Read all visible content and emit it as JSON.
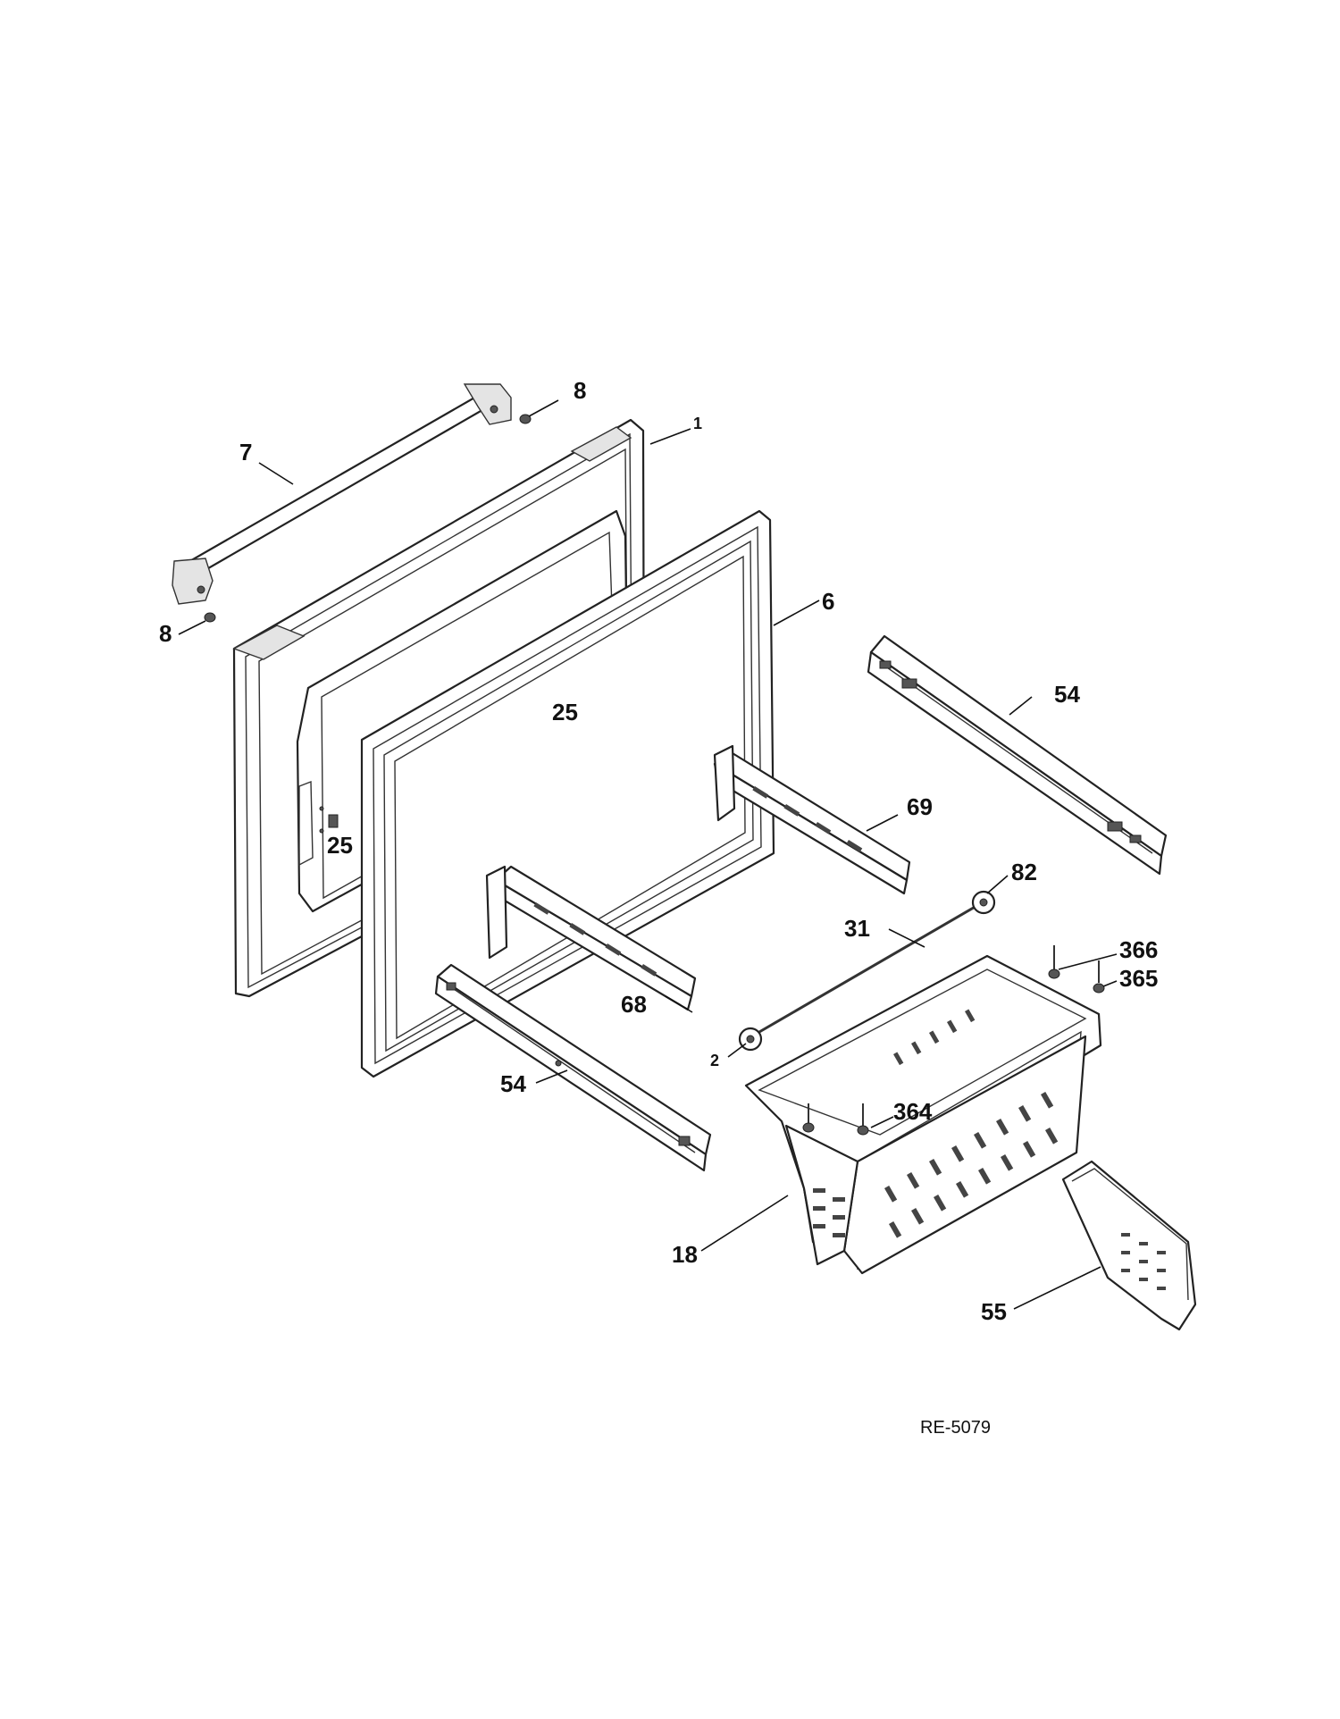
{
  "diagram": {
    "reference_code": "RE-5079",
    "callouts": {
      "p1": "1",
      "p2": "2",
      "p6": "6",
      "p7": "7",
      "p8a": "8",
      "p8b": "8",
      "p18": "18",
      "p25a": "25",
      "p25b": "25",
      "p31": "31",
      "p54a": "54",
      "p54b": "54",
      "p55": "55",
      "p68": "68",
      "p69": "69",
      "p82": "82",
      "p364": "364",
      "p365": "365",
      "p366": "366"
    }
  }
}
